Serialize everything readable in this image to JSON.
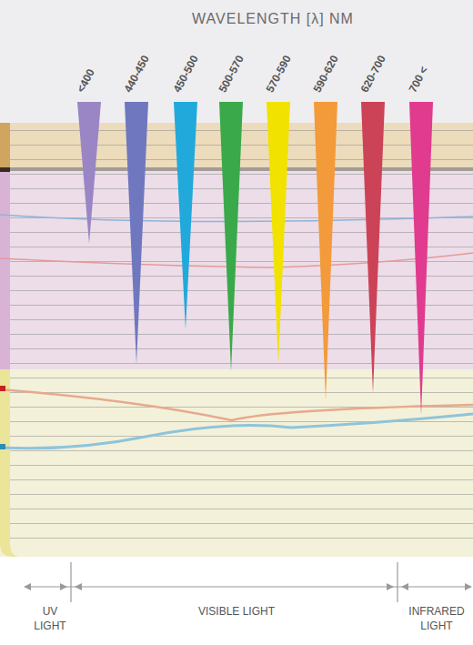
{
  "diagram": {
    "title": "WAVELENGTH [λ] NM",
    "labels": [
      "<400",
      "440-450",
      "450-500",
      "500-570",
      "570-590",
      "590-620",
      "620-700",
      "700 <",
      "UV LIGHT",
      "VISIBLE LIGHT",
      "INFRARED LIGHT"
    ]
  }
}
